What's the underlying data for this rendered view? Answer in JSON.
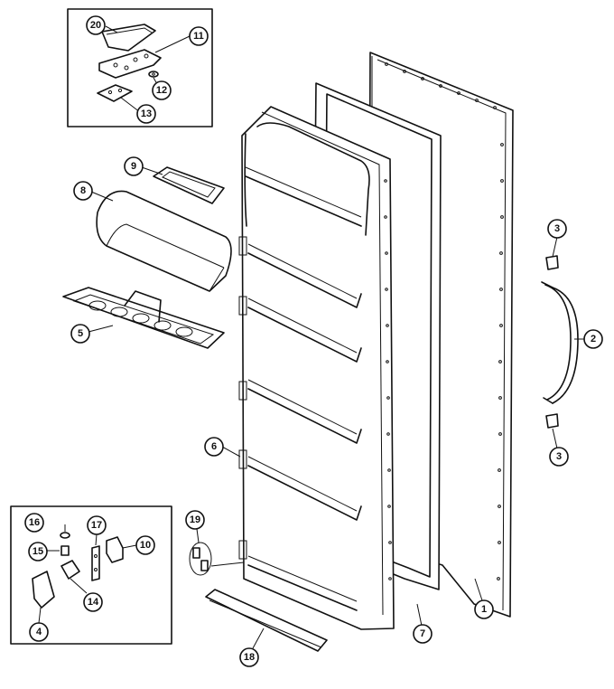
{
  "callouts": [
    {
      "id": "1",
      "label": "1"
    },
    {
      "id": "2",
      "label": "2"
    },
    {
      "id": "3a",
      "label": "3"
    },
    {
      "id": "3b",
      "label": "3"
    },
    {
      "id": "4",
      "label": "4"
    },
    {
      "id": "5",
      "label": "5"
    },
    {
      "id": "6",
      "label": "6"
    },
    {
      "id": "7",
      "label": "7"
    },
    {
      "id": "8",
      "label": "8"
    },
    {
      "id": "9",
      "label": "9"
    },
    {
      "id": "10",
      "label": "10"
    },
    {
      "id": "11",
      "label": "11"
    },
    {
      "id": "12",
      "label": "12"
    },
    {
      "id": "13",
      "label": "13"
    },
    {
      "id": "14",
      "label": "14"
    },
    {
      "id": "15",
      "label": "15"
    },
    {
      "id": "16",
      "label": "16"
    },
    {
      "id": "17",
      "label": "17"
    },
    {
      "id": "18",
      "label": "18"
    },
    {
      "id": "19",
      "label": "19"
    },
    {
      "id": "20",
      "label": "20"
    }
  ]
}
